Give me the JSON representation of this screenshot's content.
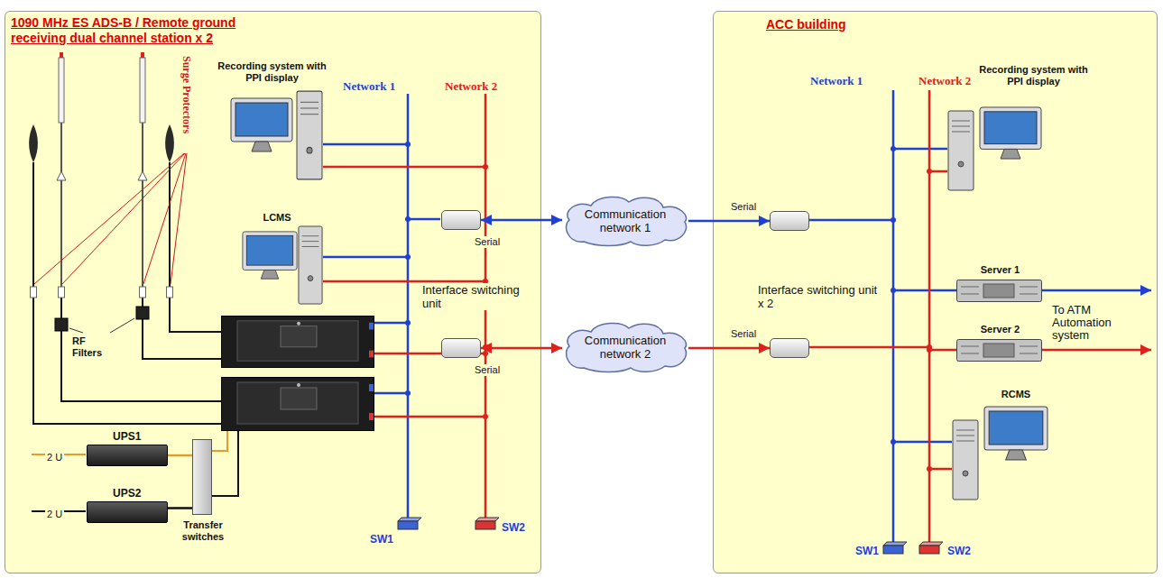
{
  "diagram": {
    "nodes": [
      {
        "text": [
          "1090 MHz ES ADS-B / Remote ground receiving dual channel station x 2"
        ]
      },
      {
        "text": [
          "Recording system with PPI display"
        ],
        "in": 0
      },
      {
        "text": [
          "LCMS"
        ],
        "in": 0
      },
      {
        "text": [
          "UPS1"
        ],
        "in": 0
      },
      {
        "text": [
          "UPS2"
        ],
        "in": 0
      },
      {
        "text": [
          "Transfer switches"
        ],
        "in": 0
      },
      {
        "text": [
          "Serial"
        ],
        "in": 0
      },
      {
        "text": [
          "Serial"
        ],
        "in": 0
      },
      {
        "text": [
          "ACC building"
        ]
      },
      {
        "text": [
          "Serial"
        ],
        "in": 8
      },
      {
        "text": [
          "Serial"
        ],
        "in": 8
      },
      {
        "text": [
          "Recording system with PPI display"
        ],
        "in": 8
      },
      {
        "text": [
          "Server 1"
        ],
        "in": 8
      },
      {
        "text": [
          "Server 2"
        ],
        "in": 8
      },
      {
        "text": [
          "RCMS"
        ],
        "in": 8
      },
      {
        "text": [
          "Communication network 1"
        ]
      },
      {
        "text": [
          "Communication network 2"
        ]
      }
    ],
    "edges": [
      {
        "from": 6,
        "to": 15,
        "arrow": "both"
      },
      {
        "from": 15,
        "to": 9,
        "arrow": "to"
      },
      {
        "from": 7,
        "to": 16,
        "arrow": "both"
      },
      {
        "from": 16,
        "to": 10,
        "arrow": "to"
      },
      {
        "from": 3,
        "to": 5,
        "arrow": "none"
      },
      {
        "from": 4,
        "to": 5,
        "arrow": "none"
      }
    ],
    "labels": [
      "Surge Protectors",
      "RF Filters",
      "Network 1",
      "Network 2",
      "Interface switching unit",
      "SW1",
      "SW2",
      "2 U",
      "2 U",
      "Network 1",
      "Network 2",
      "Interface switching unit x 2",
      "SW1",
      "SW2",
      "To ATM Automation system"
    ]
  }
}
